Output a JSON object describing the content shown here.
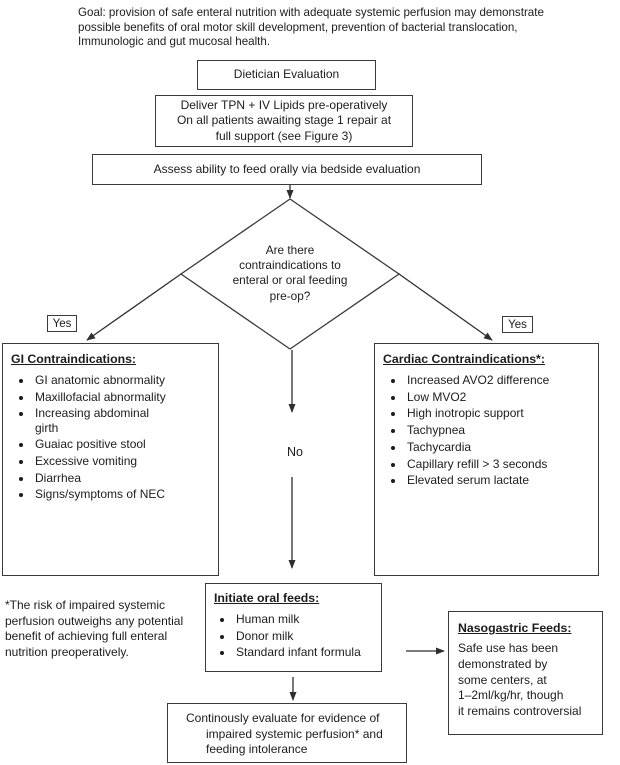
{
  "colors": {
    "background": "#ffffff",
    "text": "#1c1c1c",
    "line": "#2e2e2e",
    "border": "#3a3a3a"
  },
  "page": {
    "goal_text": "Goal: provision  of safe enteral nutrition with adequate systemic perfusion may demonstrate\npossible benefits of oral motor skill development, prevention of bacterial translocation,\nImmunologic and gut mucosal health."
  },
  "flowchart": {
    "dietician_box": {
      "label": "Dietician Evaluation"
    },
    "tpn_box": {
      "text": "Deliver TPN + IV Lipids pre-operatively\nOn all patients awaiting stage 1 repair at\nfull support (see Figure 3)"
    },
    "assess_box": {
      "text": "Assess ability to feed orally via bedside evaluation"
    },
    "decision_diamond": {
      "text": "Are there\ncontraindications to\nenteral or oral feeding\npre-op?"
    },
    "yes_left_label": "Yes",
    "yes_right_label": "Yes",
    "no_label": "No",
    "gi_box": {
      "title": "GI Contraindications:",
      "items": [
        "GI anatomic abnormality",
        "Maxillofacial abnormality",
        "Increasing abdominal\ngirth",
        "Guaiac positive stool",
        "Excessive vomiting",
        "Diarrhea",
        "Signs/symptoms of NEC"
      ]
    },
    "cardiac_box": {
      "title": "Cardiac Contraindications*:",
      "items": [
        "Increased AVO2 difference",
        "Low MVO2",
        "High inotropic support",
        "Tachypnea",
        "Tachycardia",
        "Capillary refill > 3 seconds",
        "Elevated serum lactate"
      ]
    },
    "footnote": "*The risk of impaired systemic\nperfusion outweighs any potential\nbenefit of achieving full enteral\nnutrition preoperatively.",
    "initiate_box": {
      "title": "Initiate oral feeds:",
      "items": [
        "Human milk",
        "Donor milk",
        "Standard infant formula"
      ]
    },
    "nasogastric_box": {
      "title": "Nasogastric Feeds:",
      "text": "Safe use has been\ndemonstrated by\nsome centers, at\n1–2ml/kg/hr, though\nit remains controversial"
    },
    "evaluate_box": {
      "text": "Continously evaluate for evidence of\nimpaired systemic perfusion* and\nfeeding intolerance"
    }
  }
}
